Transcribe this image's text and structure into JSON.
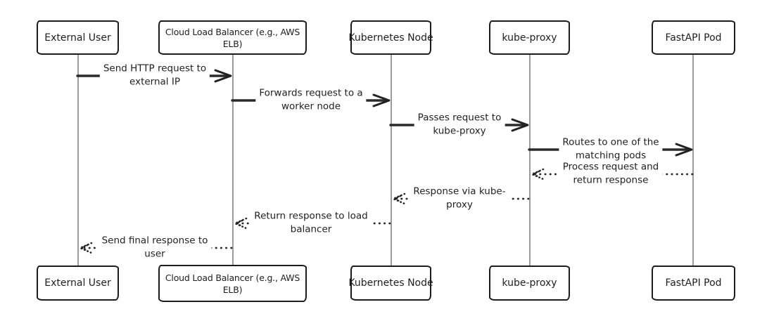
{
  "diagram": {
    "type": "sequence-diagram",
    "style": "hand-drawn",
    "colors": {
      "background": "#ffffff",
      "ink": "#222222",
      "lifeline": "#9c9c9c"
    },
    "actors": [
      {
        "id": "external-user",
        "label": "External User"
      },
      {
        "id": "cloud-load-balancer",
        "label": "Cloud Load Balancer (e.g., AWS\nELB)"
      },
      {
        "id": "kubernetes-node",
        "label": "Kubernetes Node"
      },
      {
        "id": "kube-proxy",
        "label": "kube-proxy"
      },
      {
        "id": "fastapi-pod",
        "label": "FastAPI Pod"
      }
    ],
    "messages": [
      {
        "from": "external-user",
        "to": "cloud-load-balancer",
        "style": "solid",
        "label": "Send HTTP request to\nexternal IP"
      },
      {
        "from": "cloud-load-balancer",
        "to": "kubernetes-node",
        "style": "solid",
        "label": "Forwards request to a\nworker node"
      },
      {
        "from": "kubernetes-node",
        "to": "kube-proxy",
        "style": "solid",
        "label": "Passes request to\nkube-proxy"
      },
      {
        "from": "kube-proxy",
        "to": "fastapi-pod",
        "style": "solid",
        "label": "Routes to one of the\nmatching pods"
      },
      {
        "from": "fastapi-pod",
        "to": "kube-proxy",
        "style": "dotted",
        "label": "Process request and\nreturn response"
      },
      {
        "from": "kube-proxy",
        "to": "kubernetes-node",
        "style": "dotted",
        "label": "Response via kube-\nproxy"
      },
      {
        "from": "kubernetes-node",
        "to": "cloud-load-balancer",
        "style": "dotted",
        "label": "Return response to load\nbalancer"
      },
      {
        "from": "cloud-load-balancer",
        "to": "external-user",
        "style": "dotted",
        "label": "Send final response to\nuser"
      }
    ]
  }
}
